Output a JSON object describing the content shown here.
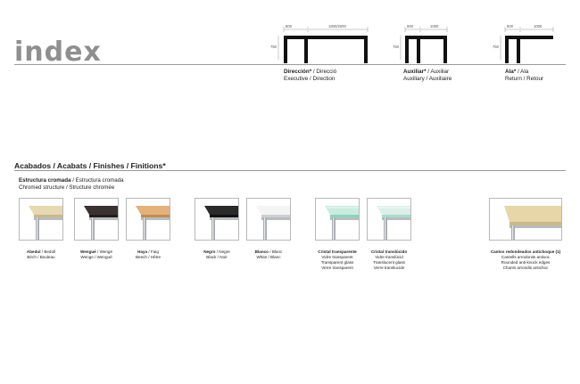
{
  "logo": "index",
  "products": [
    {
      "name": "Dirección",
      "mark": "*",
      "name_alt": " / Direcció",
      "subtitle": "Executive / Direction",
      "dim_a": "800",
      "dim_b": "1800/2000",
      "dim_h": "750"
    },
    {
      "name": "Auxiliar",
      "mark": "*",
      "name_alt": " / Auxiliar",
      "subtitle": "Auxiliary / Auxiliaire",
      "dim_a": "600",
      "dim_b": "1000",
      "dim_h": "750"
    },
    {
      "name": "Ala",
      "mark": "*",
      "name_alt": " / Ala",
      "subtitle": "Return / Retour",
      "dim_a": "600",
      "dim_b": "1000",
      "dim_h": "750"
    }
  ],
  "finishes": {
    "title": "Acabados / Acabats / Finishes / Finitions",
    "title_mark": "*",
    "structure_bold": "Estructura cromada",
    "structure_rest": " / Estructura cromada",
    "structure_line2": "Chromed structure / Structure chromée"
  },
  "swatches": [
    {
      "name": "Abedul",
      "alt": " / Bedoll",
      "line2": "Birch / Bouleau",
      "line3": "",
      "top": "#e6d8b0",
      "edge": "#c9b88a",
      "glass": false
    },
    {
      "name": "Wengué",
      "alt": " / Wengé",
      "line2": "Wenge / Wengué",
      "line3": "",
      "top": "#3a3230",
      "edge": "#231d1b",
      "glass": false
    },
    {
      "name": "Haya",
      "alt": " / Faig",
      "line2": "Beech / Hêtre",
      "line3": "",
      "top": "#e2b27a",
      "edge": "#c08c50",
      "glass": false
    },
    {
      "name": "Negro",
      "alt": " / Negre",
      "line2": "Black / Noir",
      "line3": "",
      "top": "#2a2a2a",
      "edge": "#111111",
      "glass": false
    },
    {
      "name": "Blanco",
      "alt": " / Blanc",
      "line2": "White / Blanc",
      "line3": "",
      "top": "#f4f4f4",
      "edge": "#cfcfcf",
      "glass": false
    },
    {
      "name": "Cristal transparente",
      "alt": "",
      "line2": "Vidre transparent",
      "line3": "Transparent glass",
      "line4": "Verre transparent",
      "top": "#c9ecdf",
      "edge": "#7ecfb4",
      "glass": true
    },
    {
      "name": "Cristal translúcido",
      "alt": "",
      "line2": "Vidre translúcid",
      "line3": "Translucent glass",
      "line4": "Verre translucide",
      "top": "#dcefe9",
      "edge": "#9fd8c6",
      "glass": true
    },
    {
      "name": "Cantos redondeados antichoque (1)",
      "alt": "",
      "line2": "Cantells arrodonits antixoc",
      "line3": "Rounded anti-knock edges",
      "line4": "Chants arrondis antichoc",
      "top": "#e6d6a8",
      "edge": "#cbb988",
      "glass": false
    }
  ]
}
